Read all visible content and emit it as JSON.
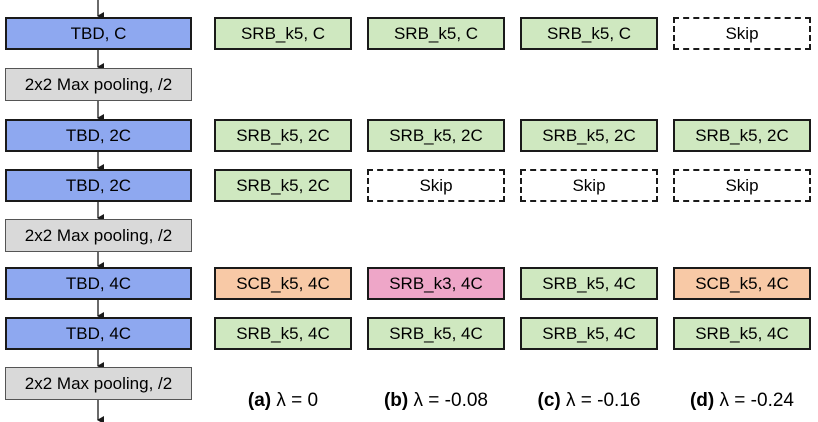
{
  "colors": {
    "tbd": "#8ea8f0",
    "pool": "#d9d9d9",
    "srb": "#cfe8c0",
    "scb": "#f8c9a6",
    "srb_k3": "#eea6c8",
    "skip": "#ffffff"
  },
  "backbone": [
    {
      "label": "TBD, C",
      "kind": "tbd"
    },
    {
      "label": "2x2 Max pooling, /2",
      "kind": "pool"
    },
    {
      "label": "TBD, 2C",
      "kind": "tbd"
    },
    {
      "label": "TBD, 2C",
      "kind": "tbd"
    },
    {
      "label": "2x2 Max pooling, /2",
      "kind": "pool"
    },
    {
      "label": "TBD, 4C",
      "kind": "tbd"
    },
    {
      "label": "TBD, 4C",
      "kind": "tbd"
    },
    {
      "label": "2x2 Max pooling, /2",
      "kind": "pool"
    }
  ],
  "columns": [
    {
      "caption_tag": "(a)",
      "caption_value": "λ = 0",
      "cells": [
        {
          "label": "SRB_k5, C",
          "kind": "srb"
        },
        {
          "label": "SRB_k5, 2C",
          "kind": "srb"
        },
        {
          "label": "SRB_k5, 2C",
          "kind": "srb"
        },
        {
          "label": "SCB_k5, 4C",
          "kind": "scb"
        },
        {
          "label": "SRB_k5, 4C",
          "kind": "srb"
        }
      ]
    },
    {
      "caption_tag": "(b)",
      "caption_value": "λ = -0.08",
      "cells": [
        {
          "label": "SRB_k5, C",
          "kind": "srb"
        },
        {
          "label": "SRB_k5, 2C",
          "kind": "srb"
        },
        {
          "label": "Skip",
          "kind": "skip"
        },
        {
          "label": "SRB_k3, 4C",
          "kind": "srb_k3"
        },
        {
          "label": "SRB_k5, 4C",
          "kind": "srb"
        }
      ]
    },
    {
      "caption_tag": "(c)",
      "caption_value": "λ = -0.16",
      "cells": [
        {
          "label": "SRB_k5, C",
          "kind": "srb"
        },
        {
          "label": "SRB_k5, 2C",
          "kind": "srb"
        },
        {
          "label": "Skip",
          "kind": "skip"
        },
        {
          "label": "SRB_k5, 4C",
          "kind": "srb"
        },
        {
          "label": "SRB_k5, 4C",
          "kind": "srb"
        }
      ]
    },
    {
      "caption_tag": "(d)",
      "caption_value": "λ = -0.24",
      "cells": [
        {
          "label": "Skip",
          "kind": "skip"
        },
        {
          "label": "SRB_k5, 2C",
          "kind": "srb"
        },
        {
          "label": "Skip",
          "kind": "skip"
        },
        {
          "label": "SCB_k5, 4C",
          "kind": "scb"
        },
        {
          "label": "SRB_k5, 4C",
          "kind": "srb"
        }
      ]
    }
  ]
}
